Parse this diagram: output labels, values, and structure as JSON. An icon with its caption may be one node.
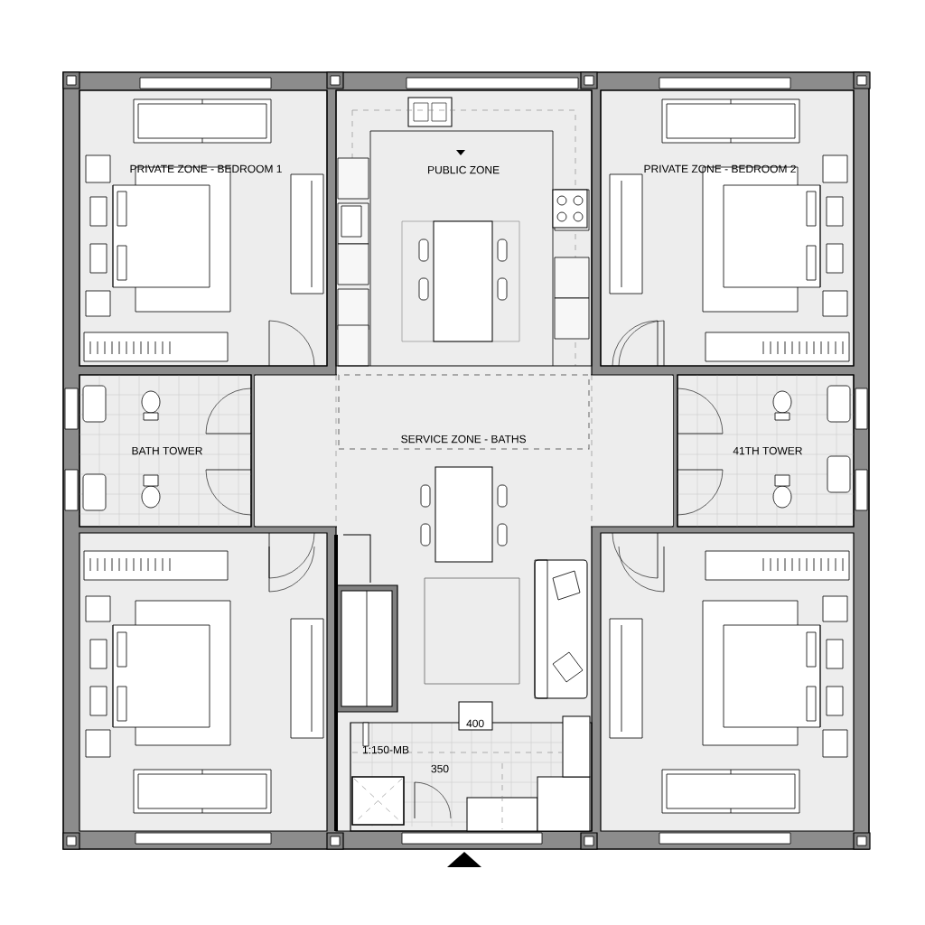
{
  "diagram": {
    "nodes": [
      {
        "text": [
          "PRIVATE ZONE - BEDROOM 1"
        ]
      },
      {
        "text": [
          "PUBLIC ZONE"
        ]
      },
      {
        "text": [
          "PRIVATE ZONE - BEDROOM 2"
        ]
      },
      {
        "text": [
          "SERVICE ZONE - BATHS"
        ]
      },
      {
        "text": [
          "BATH TOWER"
        ]
      },
      {
        "text": [
          "41TH TOWER"
        ]
      },
      {
        "text": [
          "400"
        ]
      }
    ],
    "edges": [],
    "labels": [
      "1:150-MB",
      "350"
    ]
  }
}
